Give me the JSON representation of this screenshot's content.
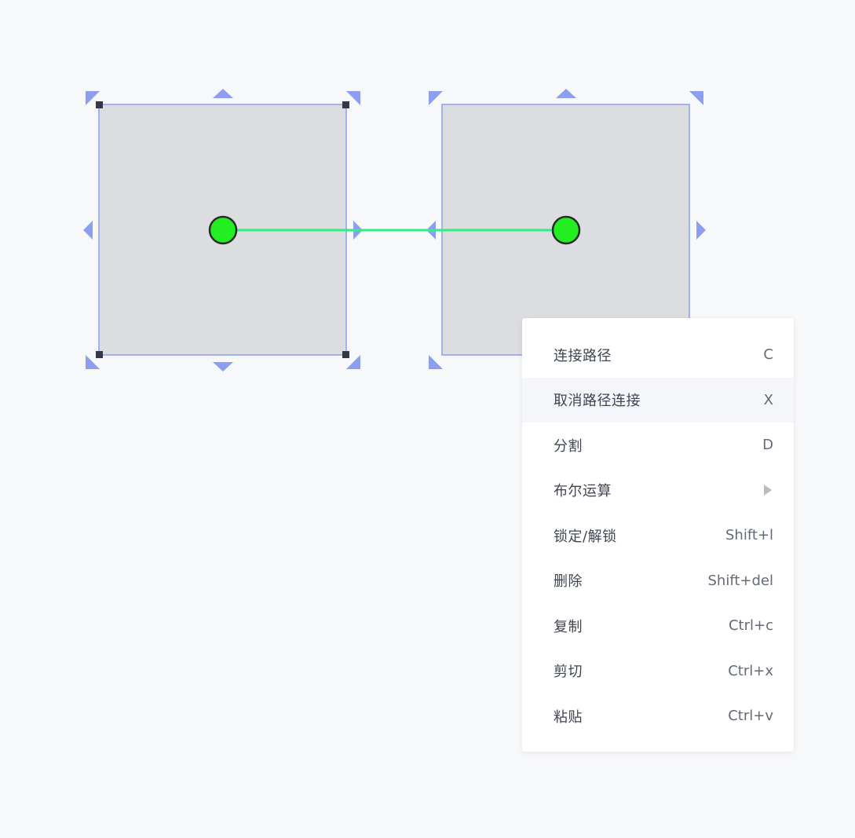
{
  "colors": {
    "background": "#f7f8fa",
    "shape_fill": "#dcdde1",
    "selection_outline": "#8d9ef1",
    "handle_fill": "#8d9ef1",
    "corner_point": "#333a45",
    "connector_line": "#2ef07f",
    "node_fill": "#22ee22",
    "node_stroke": "#2a2a2a"
  },
  "context_menu": {
    "items": [
      {
        "label": "连接路径",
        "shortcut": "C"
      },
      {
        "label": "取消路径连接",
        "shortcut": "X",
        "active": true
      },
      {
        "label": "分割",
        "shortcut": "D"
      },
      {
        "label": "布尔运算",
        "shortcut": "",
        "has_submenu": true,
        "icon": "chevron-right-icon"
      },
      {
        "label": "锁定/解锁",
        "shortcut": "Shift+l"
      },
      {
        "label": "删除",
        "shortcut": "Shift+del"
      },
      {
        "label": "复制",
        "shortcut": "Ctrl+c"
      },
      {
        "label": "剪切",
        "shortcut": "Ctrl+x"
      },
      {
        "label": "粘贴",
        "shortcut": "Ctrl+v"
      }
    ]
  }
}
